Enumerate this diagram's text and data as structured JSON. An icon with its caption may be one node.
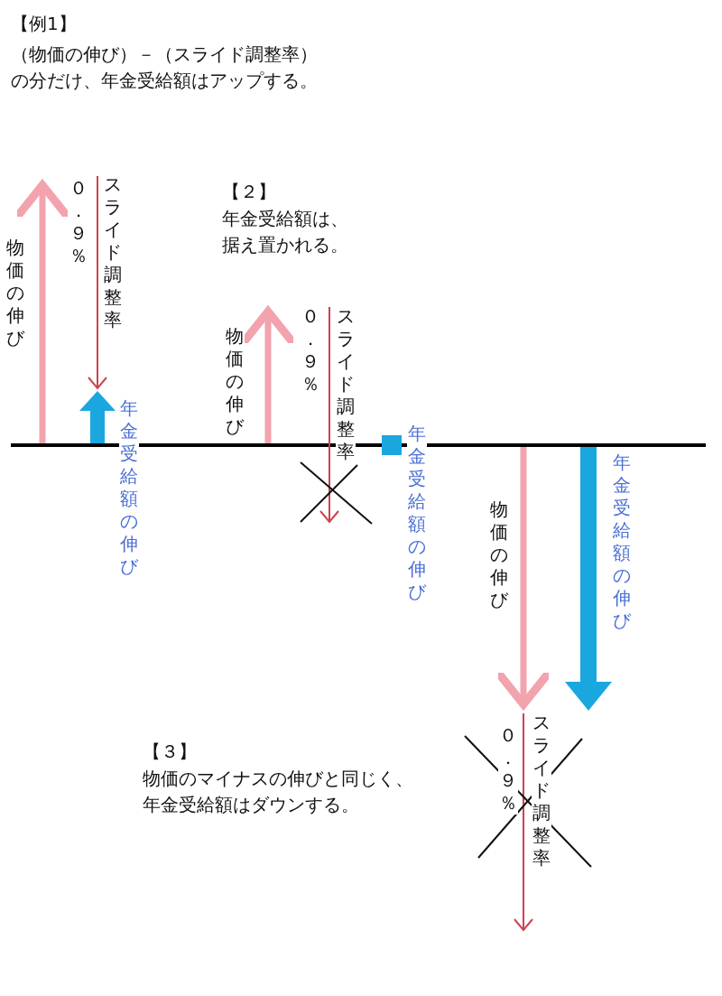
{
  "diagram": {
    "labels": [
      "【例1】",
      "（物価の伸び）－（スライド調整率）の分だけ、年金受給額はアップする。",
      "物価の伸び",
      "０．９％",
      "スライド調整率",
      "年金受給額の伸び",
      "【２】",
      "年金受給額は、据え置かれる。",
      "物価の伸び",
      "０．９％",
      "スライド調整率",
      "年金受給額の伸び",
      "物価の伸び",
      "年金受給額の伸び",
      "０．９％",
      "スライド調整率",
      "【３】",
      "物価のマイナスの伸びと同じく、年金受給額はダウンする。"
    ]
  }
}
